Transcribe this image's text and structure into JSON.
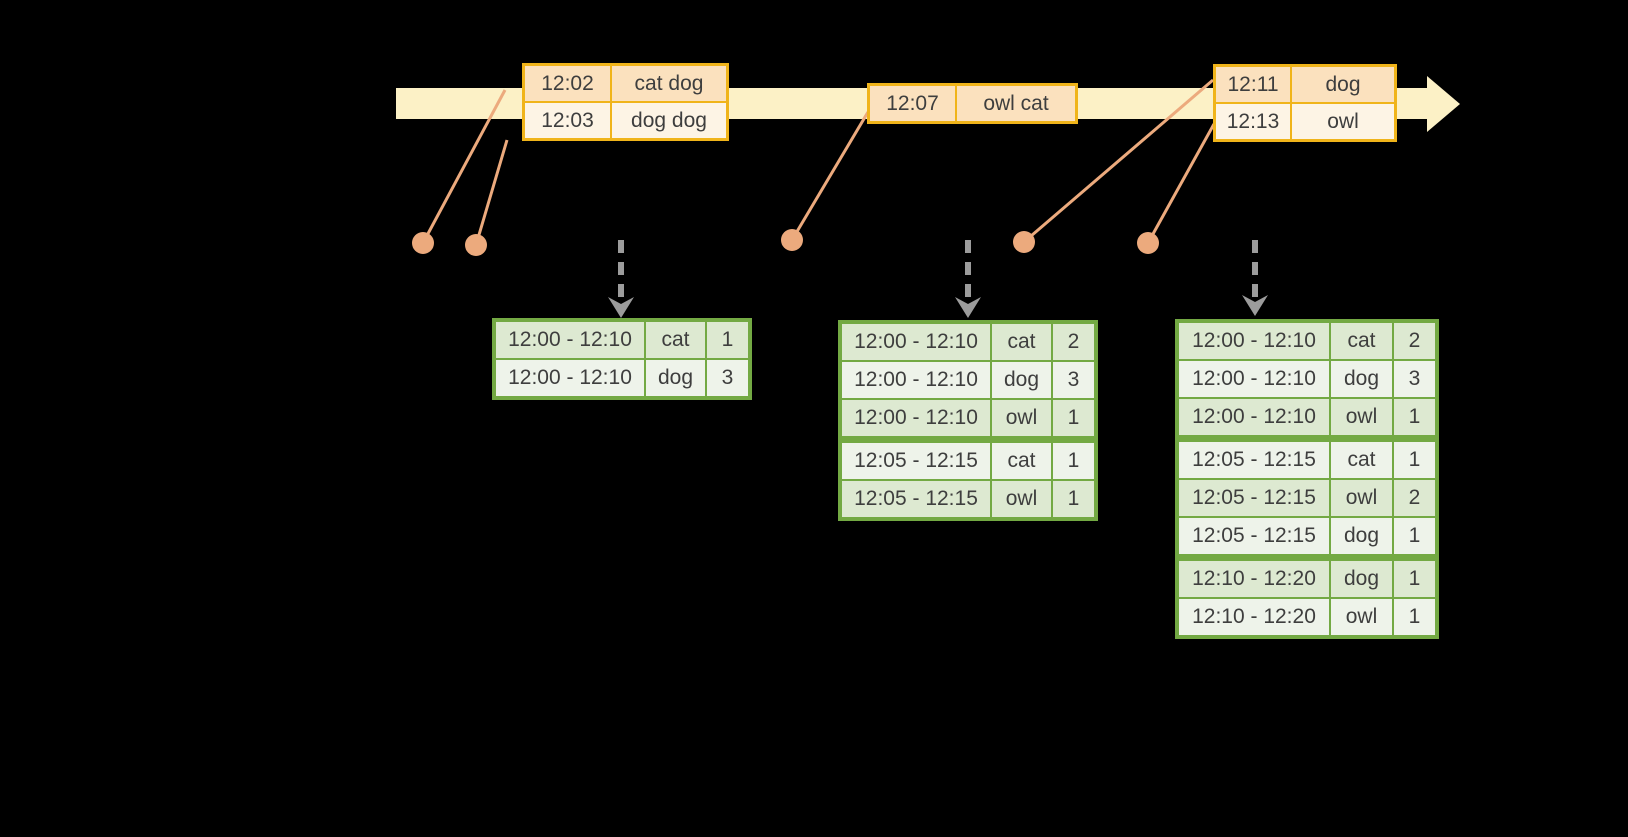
{
  "colors": {
    "background": "#000000",
    "timeline_band": "#FCF1C6",
    "event_table_border": "#F0B41A",
    "event_row_dark": "#FBE1BE",
    "event_row_light": "#FDF4E5",
    "connector": "#ECAA7D",
    "trigger_arrow": "#9C9C9C",
    "result_table_border": "#73A943",
    "result_row_dark": "#DDE9D1",
    "result_row_light": "#EEF3EA",
    "text": "#3E3E3E"
  },
  "event_tables": [
    {
      "rows": [
        [
          "12:02",
          "cat dog"
        ],
        [
          "12:03",
          "dog dog"
        ]
      ]
    },
    {
      "rows": [
        [
          "12:07",
          "owl cat"
        ]
      ]
    },
    {
      "rows": [
        [
          "12:11",
          "dog"
        ],
        [
          "12:13",
          "owl"
        ]
      ]
    }
  ],
  "result_tables": [
    {
      "rows": [
        [
          "12:00 - 12:10",
          "cat",
          "1"
        ],
        [
          "12:00 - 12:10",
          "dog",
          "3"
        ]
      ]
    },
    {
      "rows": [
        [
          "12:00 - 12:10",
          "cat",
          "2"
        ],
        [
          "12:00 - 12:10",
          "dog",
          "3"
        ],
        [
          "12:00 - 12:10",
          "owl",
          "1"
        ],
        [
          "12:05 - 12:15",
          "cat",
          "1"
        ],
        [
          "12:05 - 12:15",
          "owl",
          "1"
        ]
      ]
    },
    {
      "rows": [
        [
          "12:00 - 12:10",
          "cat",
          "2"
        ],
        [
          "12:00 - 12:10",
          "dog",
          "3"
        ],
        [
          "12:00 - 12:10",
          "owl",
          "1"
        ],
        [
          "12:05 - 12:15",
          "cat",
          "1"
        ],
        [
          "12:05 - 12:15",
          "owl",
          "2"
        ],
        [
          "12:05 - 12:15",
          "dog",
          "1"
        ],
        [
          "12:10 - 12:20",
          "dog",
          "1"
        ],
        [
          "12:10 - 12:20",
          "owl",
          "1"
        ]
      ]
    }
  ]
}
